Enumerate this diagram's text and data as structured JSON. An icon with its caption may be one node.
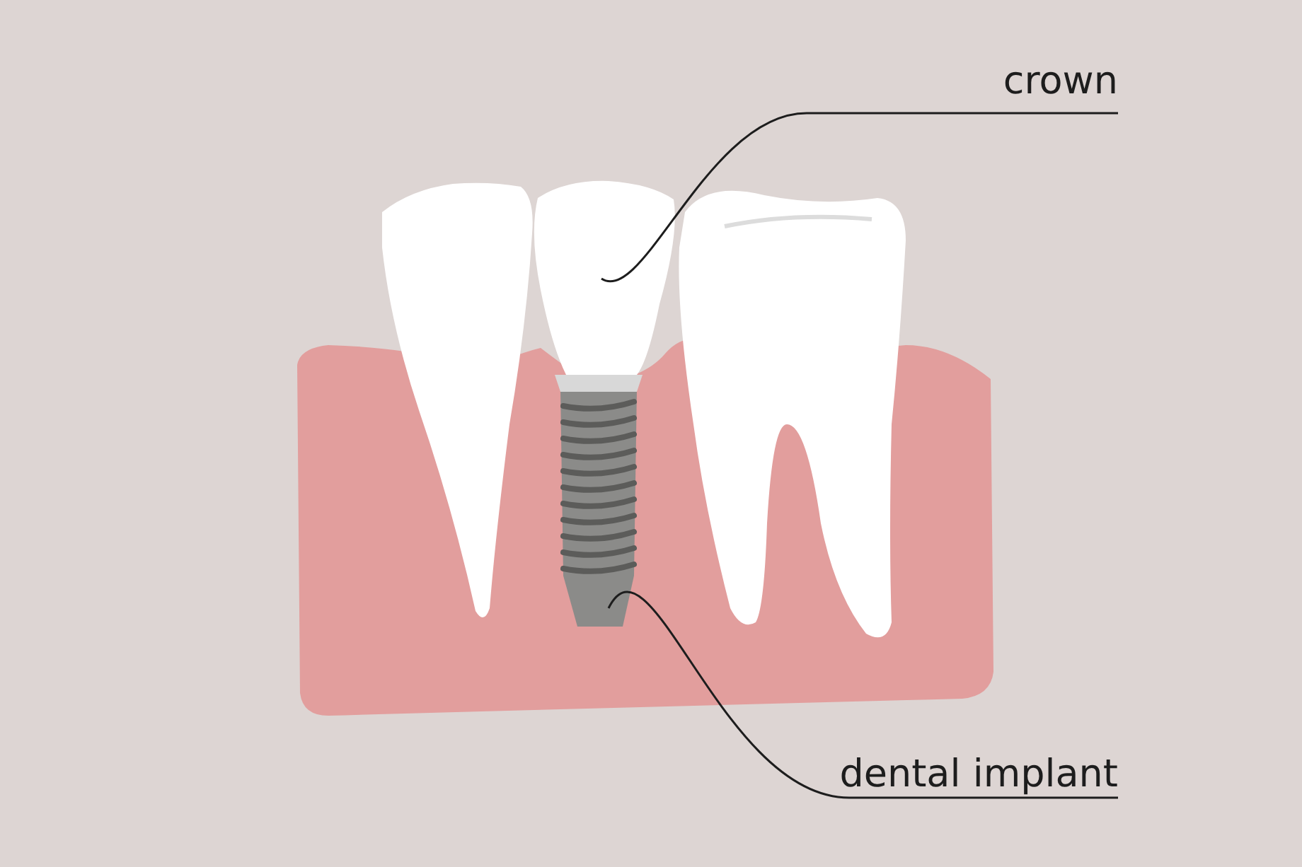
{
  "diagram": {
    "nodes": [
      {
        "text": [
          "crown"
        ]
      },
      {
        "text": [],
        "shape": "picture"
      },
      {
        "text": [
          "dental implant"
        ]
      },
      {
        "text": [],
        "shape": "picture"
      }
    ],
    "edges": [
      {
        "from": 0,
        "to": 1,
        "arrow": "none"
      },
      {
        "from": 2,
        "to": 3,
        "arrow": "none"
      }
    ]
  }
}
